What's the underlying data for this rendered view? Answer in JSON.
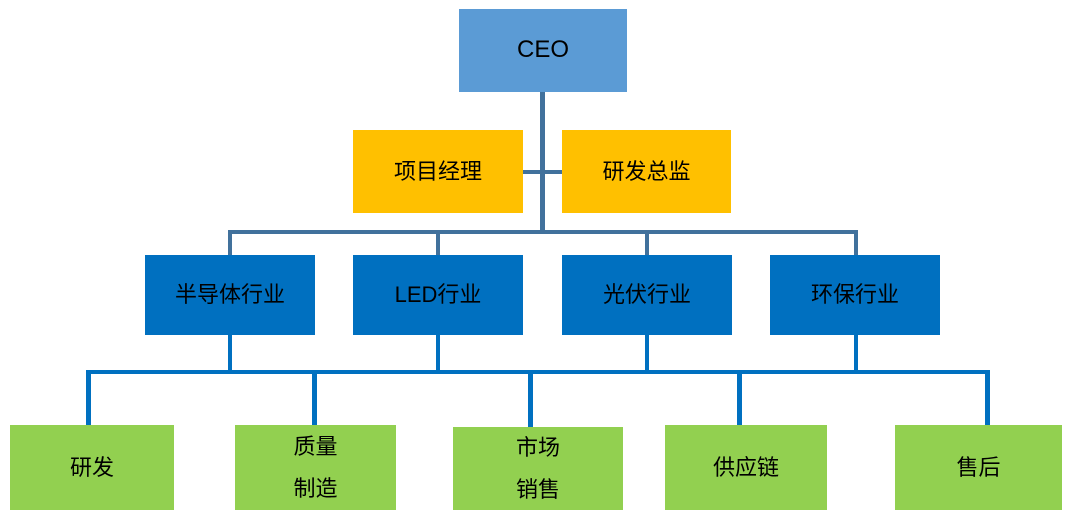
{
  "diagram": {
    "type": "org-chart",
    "background": "#FFFFFF",
    "colors": {
      "level1_fill": "#5B9BD5",
      "level2_fill": "#FFC000",
      "level3_fill": "#0070C0",
      "level4_fill": "#92D050",
      "connector_upper": "#41719C",
      "connector_lower": "#0070C0",
      "text": "#000000"
    },
    "nodes": {
      "ceo": {
        "label": "CEO"
      },
      "project_manager": {
        "label": "项目经理"
      },
      "rd_director": {
        "label": "研发总监"
      },
      "semiconductor": {
        "label": "半导体行业"
      },
      "led": {
        "label": "LED行业"
      },
      "photovoltaic": {
        "label": "光伏行业"
      },
      "environmental": {
        "label": "环保行业"
      },
      "rnd": {
        "label": "研发"
      },
      "quality_manufacturing": {
        "line1": "质量",
        "line2": "制造"
      },
      "market_sales": {
        "line1": "市场",
        "line2": "销售"
      },
      "supply_chain": {
        "label": "供应链"
      },
      "after_sales": {
        "label": "售后"
      }
    },
    "levels": [
      [
        "CEO"
      ],
      [
        "项目经理",
        "研发总监"
      ],
      [
        "半导体行业",
        "LED行业",
        "光伏行业",
        "环保行业"
      ],
      [
        "研发",
        "质量制造",
        "市场销售",
        "供应链",
        "售后"
      ]
    ]
  }
}
